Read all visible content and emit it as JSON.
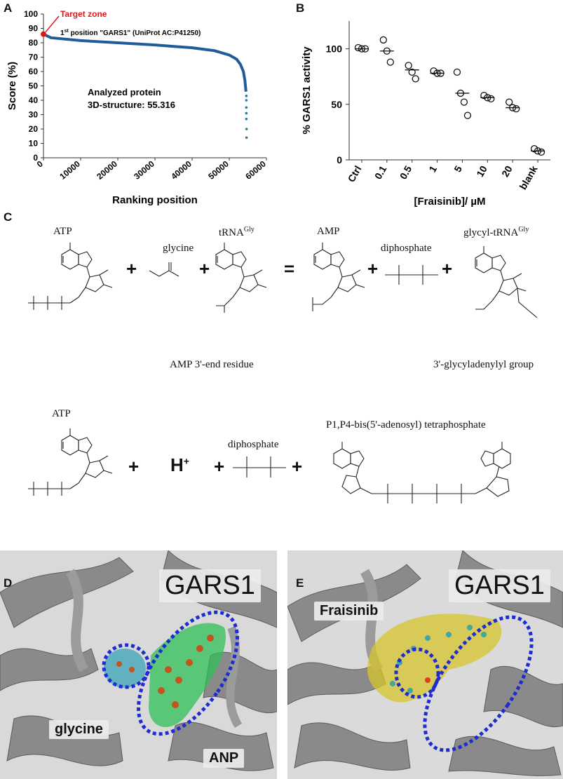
{
  "panels": {
    "A": "A",
    "B": "B",
    "C": "C",
    "D": "D",
    "E": "E"
  },
  "chart_data": [
    {
      "type": "scatter",
      "id": "A",
      "xlabel": "Ranking position",
      "ylabel": "Score (%)",
      "xlim": [
        0,
        60000
      ],
      "ylim": [
        0,
        100
      ],
      "x_ticks": [
        "0",
        "10000",
        "20000",
        "30000",
        "40000",
        "50000",
        "60000"
      ],
      "y_ticks": [
        "0",
        "10",
        "20",
        "30",
        "40",
        "50",
        "60",
        "70",
        "80",
        "90",
        "100"
      ],
      "curve_x": [
        0,
        2000,
        10000,
        20000,
        30000,
        40000,
        46000,
        50000,
        52000,
        53000,
        53800,
        54200,
        54500
      ],
      "curve_y": [
        86,
        83.5,
        81.5,
        80,
        78.5,
        76.5,
        74.5,
        71.5,
        68.5,
        65,
        60,
        54,
        46
      ],
      "outliers_x": [
        54600,
        54600,
        54600,
        54600,
        54600,
        54650,
        54650
      ],
      "outliers_y": [
        43,
        40,
        35,
        31,
        27,
        20,
        14
      ],
      "target": {
        "x": 0,
        "y": 86
      },
      "annotation_target": "Target zone",
      "annotation_position": "1",
      "annotation_position_sup": "st",
      "annotation_position_text": " position \"GARS1\" (UniProt AC:P41250)",
      "info_line1": "Analyzed protein",
      "info_line2": "3D-structure: 55.316",
      "colors": {
        "curve": "#1f5c99",
        "target": "#e0161b"
      }
    },
    {
      "type": "scatter",
      "id": "B",
      "xlabel": "[Fraisinib]/ µM",
      "ylabel": "% GARS1 activity",
      "ylim": [
        0,
        125
      ],
      "y_ticks": [
        "0",
        "50",
        "100"
      ],
      "categories": [
        "Ctrl",
        "0.1",
        "0.5",
        "1",
        "5",
        "10",
        "20",
        "blank"
      ],
      "points": [
        [
          101,
          100,
          100
        ],
        [
          108,
          98,
          88
        ],
        [
          85,
          79,
          73
        ],
        [
          80,
          78,
          78
        ],
        [
          79,
          60,
          52,
          40
        ],
        [
          58,
          56,
          55
        ],
        [
          52,
          47,
          46
        ],
        [
          10,
          8,
          7
        ]
      ],
      "means": [
        100,
        98,
        81,
        78,
        60,
        56,
        47,
        8
      ]
    }
  ],
  "panelC": {
    "row1": {
      "atp": "ATP",
      "glycine": "glycine",
      "trna": "tRNA",
      "trna_sup": "Gly",
      "amp": "AMP",
      "diphosphate": "diphosphate",
      "glycyl": "glycyl-tRNA",
      "glycyl_sup": "Gly",
      "amp_residue": "AMP 3'-end residue",
      "glycyladenylyl": "3'-glycyladenylyl group",
      "plus": "+",
      "equals": "="
    },
    "row2": {
      "atp": "ATP",
      "hplus": "H",
      "hplus_sup": "+",
      "diphosphate": "diphosphate",
      "ap4a": "P1,P4-bis(5'-adenosyl) tetraphosphate"
    }
  },
  "panelD": {
    "title": "GARS1",
    "glycine": "glycine",
    "anp": "ANP"
  },
  "panelE": {
    "title": "GARS1",
    "ligand": "Fraisinib"
  }
}
